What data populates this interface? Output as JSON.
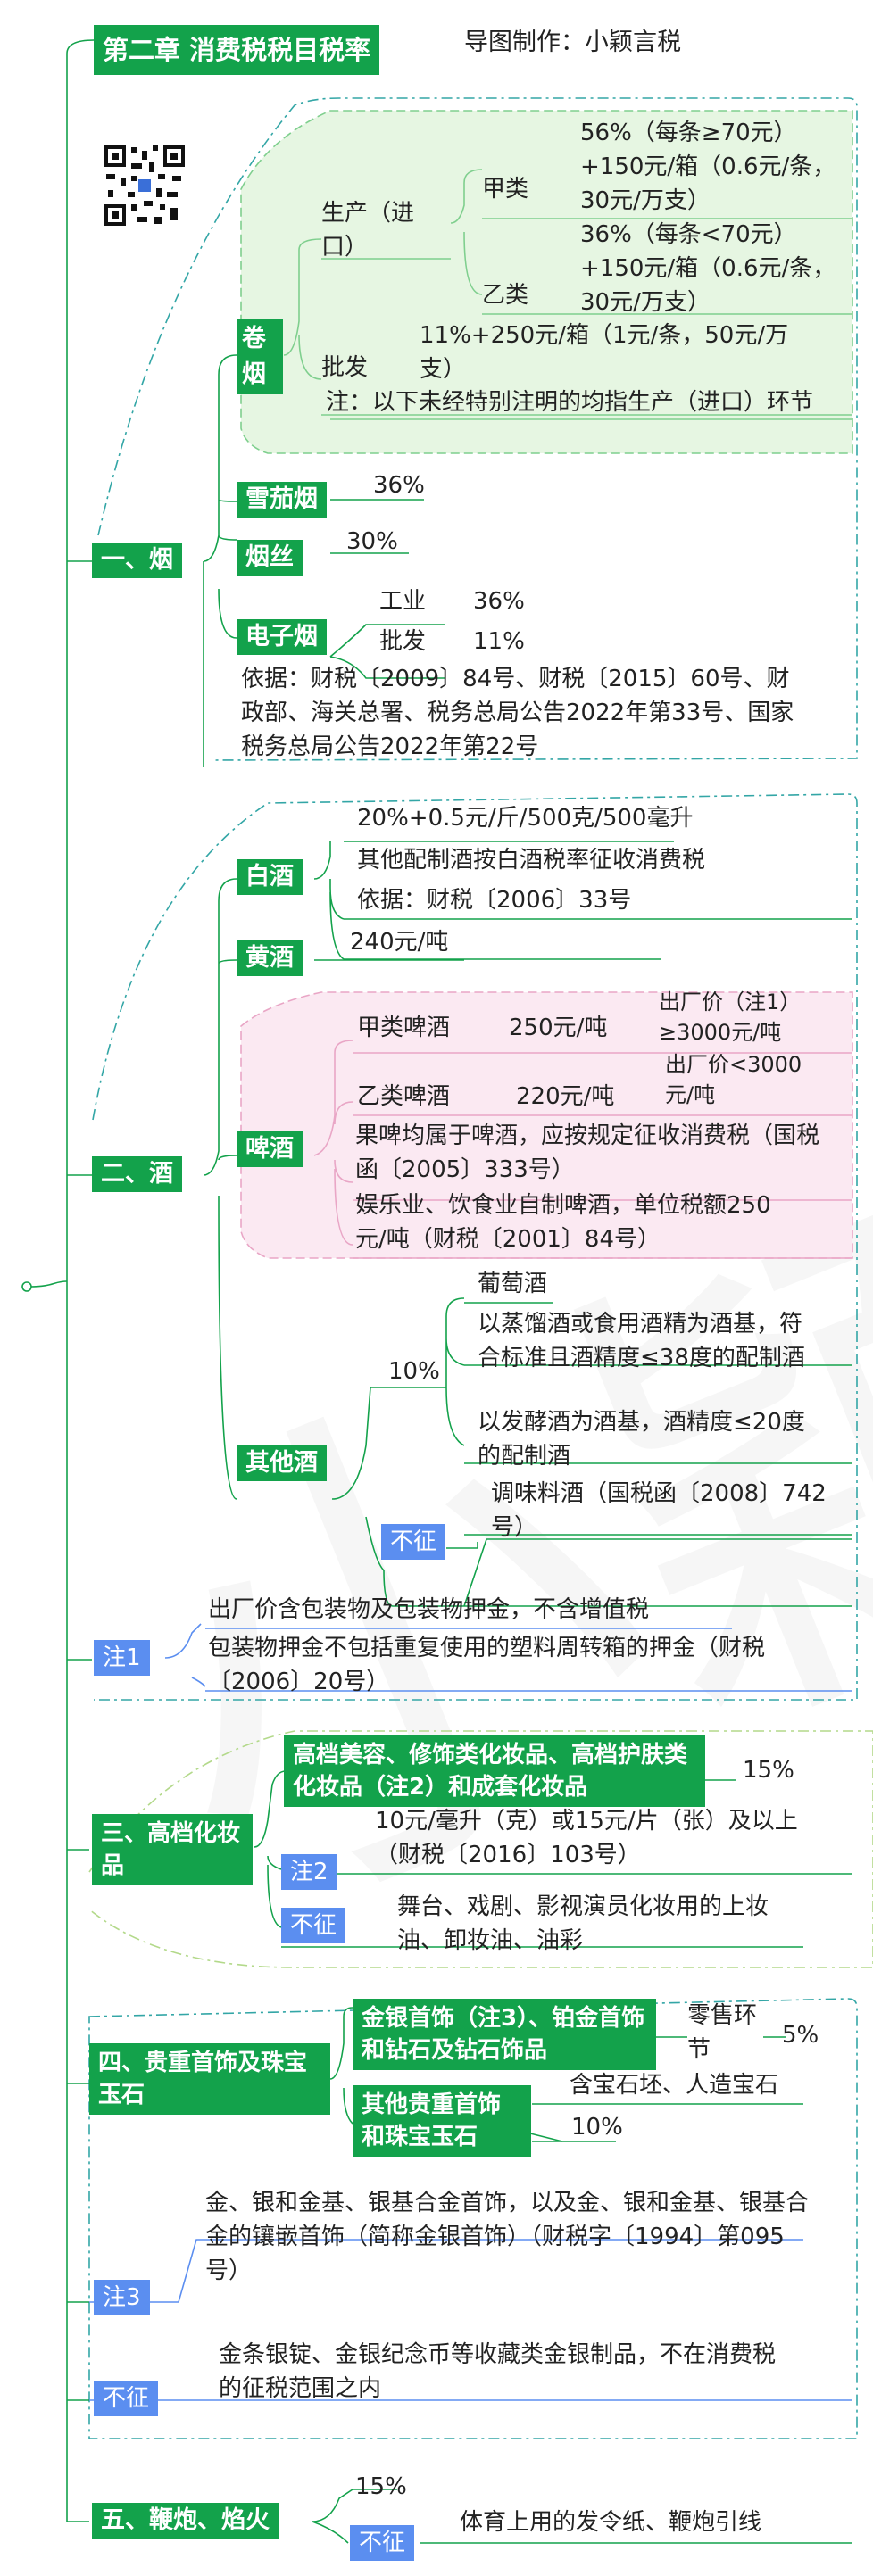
{
  "title": "第二章 消费税税目税率",
  "author": "导图制作：小颖言税",
  "watermark": "小颖言税",
  "s1": {
    "label": "一、烟",
    "juanyan": "卷烟",
    "shengchan": "生产（进口）",
    "jia": "甲类",
    "jia_rate": "56%（每条≥70元）+150元/箱（0.6元/条，30元/万支）",
    "yi": "乙类",
    "yi_rate": "36%（每条<70元）+150元/箱（0.6元/条，30元/万支）",
    "pifa": "批发",
    "pifa_rate": "11%+250元/箱（1元/条，50元/万支）",
    "note": "注：以下未经特别注明的均指生产（进口）环节",
    "xuejia": "雪茄烟",
    "xuejia_rate": "36%",
    "yansi": "烟丝",
    "yansi_rate": "30%",
    "dianzi": "电子烟",
    "gongye": "工业",
    "gongye_rate": "36%",
    "dz_pifa": "批发",
    "dz_pifa_rate": "11%",
    "basis": "依据：财税〔2009〕84号、财税〔2015〕60号、财政部、海关总署、税务总局公告2022年第33号、国家税务总局公告2022年第22号"
  },
  "s2": {
    "label": "二、酒",
    "baijiu": "白酒",
    "baijiu_rate": "20%+0.5元/斤/500克/500毫升",
    "baijiu_other": "其他配制酒按白酒税率征收消费税",
    "baijiu_basis": "依据：财税〔2006〕33号",
    "huangjiu": "黄酒",
    "huangjiu_rate": "240元/吨",
    "pijiu": "啤酒",
    "jia": "甲类啤酒",
    "jia_rate": "250元/吨",
    "jia_price": "出厂价（注1）≥3000元/吨",
    "yi": "乙类啤酒",
    "yi_rate": "220元/吨",
    "yi_price": "出厂价<3000元/吨",
    "guopi": "果啤均属于啤酒，应按规定征收消费税（国税函〔2005〕333号）",
    "yule": "娱乐业、饮食业自制啤酒，单位税额250元/吨（财税〔2001〕84号）",
    "qita": "其他酒",
    "qita_rate": "10%",
    "putao": "葡萄酒",
    "zhengliu": "以蒸馏酒或食用酒精为酒基，符合标准且酒精度≤38度的配制酒",
    "fajiao": "以发酵酒为酒基，酒精度≤20度的配制酒",
    "buzheng": "不征",
    "tiaowei": "调味料酒（国税函〔2008〕742号）"
  },
  "note1": {
    "label": "注1",
    "a": "出厂价含包装物及包装物押金，不含增值税",
    "b": "包装物押金不包括重复使用的塑料周转箱的押金（财税〔2006〕20号）"
  },
  "s3": {
    "label": "三、高档化妆品",
    "item": "高档美容、修饰类化妆品、高档护肤类化妆品（注2）和成套化妆品",
    "rate": "15%",
    "note2": "注2",
    "note2_text": "10元/毫升（克）或15元/片（张）及以上（财税〔2016〕103号）",
    "buzheng": "不征",
    "buzheng_text": "舞台、戏剧、影视演员化妆用的上妆油、卸妆油、油彩"
  },
  "s4": {
    "label": "四、贵重首饰及珠宝玉石",
    "jin": "金银首饰（注3）、铂金首饰和钻石及钻石饰品",
    "lingshou": "零售环节",
    "jin_rate": "5%",
    "qita": "其他贵重首饰和珠宝玉石",
    "hanbao": "含宝石坯、人造宝石",
    "qita_rate": "10%",
    "note3": "注3",
    "note3_text": "金、银和金基、银基合金首饰，以及金、银和金基、银基合金的镶嵌首饰（简称金银首饰）（财税字〔1994〕第095号）",
    "buzheng": "不征",
    "buzheng_text": "金条银锭、金银纪念币等收藏类金银制品，不在消费税的征税范围之内"
  },
  "s5": {
    "label": "五、鞭炮、焰火",
    "rate": "15%",
    "buzheng": "不征",
    "buzheng_text": "体育上用的发令纸、鞭炮引线"
  },
  "colors": {
    "green": "#13a24b",
    "blue": "#5b8ef0",
    "smoke_bg": "#e6f6e2",
    "beer_bg": "#fbe9f2"
  }
}
